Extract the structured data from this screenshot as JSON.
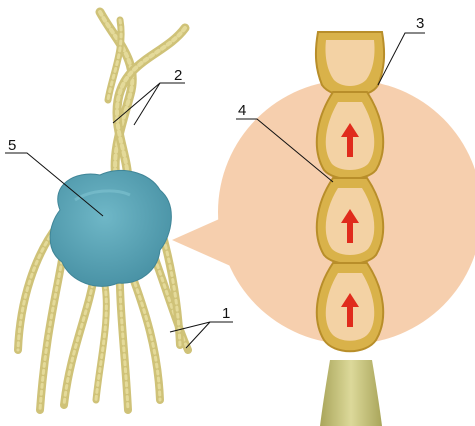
{
  "labels": {
    "l1": "1",
    "l2": "2",
    "l3": "3",
    "l4": "4",
    "l5": "5"
  },
  "colors": {
    "background": "#ffffff",
    "cell_body": "#5aa6b8",
    "fiber": "#d8cc80",
    "magnified_circle": "#f6cfae",
    "segment_wall": "#d9b24a",
    "segment_fill": "#f3d2a4",
    "arrow": "#e02b1c",
    "stalk": "#c6c27a"
  },
  "icons": {
    "arrow": "up-arrow"
  }
}
